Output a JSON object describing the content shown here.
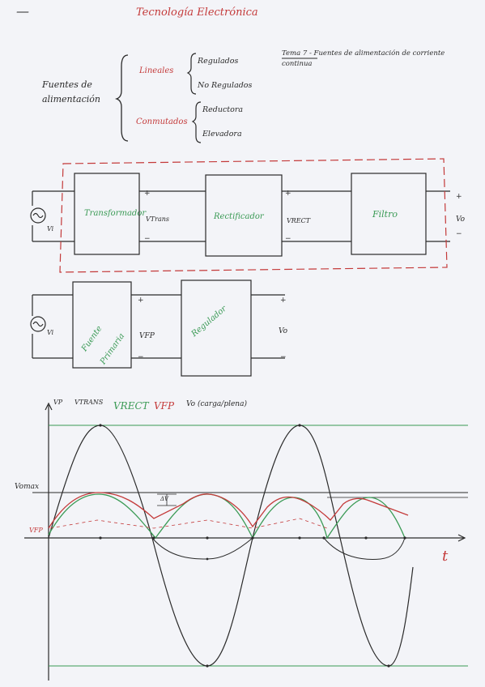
{
  "header": {
    "title": "Tecnología Electrónica",
    "tema": "Tema 7 - Fuentes de alimentación de corriente continua"
  },
  "classification": {
    "root": "Fuentes de alimentación",
    "lineales": "Lineales",
    "regulados": "Regulados",
    "no_regulados": "No Regulados",
    "conmutados": "Conmutados",
    "reductora": "Reductora",
    "elevadora": "Elevadora"
  },
  "diagram1": {
    "vin": "Vi",
    "block1": "Transformador",
    "v1": "VTrans",
    "block2": "Rectificador",
    "v2": "VRECT",
    "block3": "Filtro",
    "vout": "Vo",
    "plus": "+",
    "minus": "−"
  },
  "diagram2": {
    "vin": "Vi",
    "block1": "Fuente Primaria",
    "v1": "VFP",
    "block2": "Regulador",
    "vout": "Vo",
    "plus": "+",
    "minus": "−"
  },
  "waveform": {
    "legend": {
      "vp": "VP",
      "vtrans": "VTRANS",
      "vrect": "VRECT",
      "vfp": "VFP",
      "vo": "Vo (carga/plena)"
    },
    "vo_max": "Vomax",
    "vfp_label": "VFP",
    "ripple": "ΔV",
    "t_label": "t"
  },
  "colors": {
    "red": "#c43a3a",
    "green": "#3a9a55",
    "black": "#2a2a2a",
    "dashed": "#c43a3a"
  }
}
